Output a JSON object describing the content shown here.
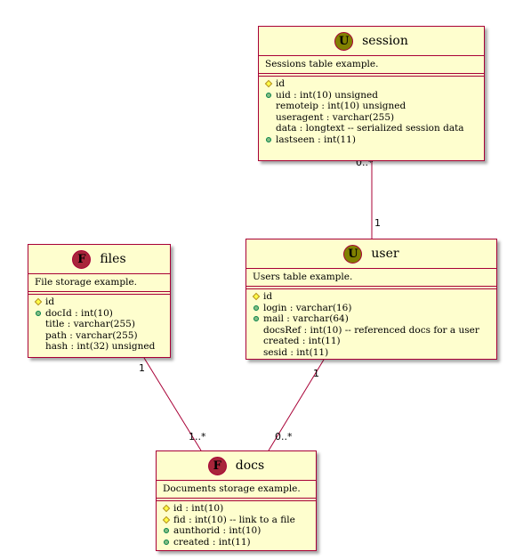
{
  "colors": {
    "box_fill": "#FEFECE",
    "box_border": "#A80036",
    "badge_U": "#808000",
    "badge_F": "#A8253A",
    "link": "#A80036"
  },
  "entities": {
    "session": {
      "badge": "U",
      "name": "session",
      "description": "Sessions table example.",
      "fields": [
        {
          "vis": "protected",
          "text": "id"
        },
        {
          "vis": "public",
          "text": "uid : int(10) unsigned"
        },
        {
          "vis": "none",
          "text": "remoteip : int(10) unsigned"
        },
        {
          "vis": "none",
          "text": "useragent : varchar(255)"
        },
        {
          "vis": "none",
          "text": "data : longtext -- serialized session data"
        },
        {
          "vis": "public",
          "text": "lastseen : int(11)"
        }
      ]
    },
    "files": {
      "badge": "F",
      "name": "files",
      "description": "File storage example.",
      "fields": [
        {
          "vis": "protected",
          "text": "id"
        },
        {
          "vis": "public",
          "text": "docId : int(10)"
        },
        {
          "vis": "none",
          "text": "title : varchar(255)"
        },
        {
          "vis": "none",
          "text": "path : varchar(255)"
        },
        {
          "vis": "none",
          "text": "hash : int(32) unsigned"
        }
      ]
    },
    "user": {
      "badge": "U",
      "name": "user",
      "description": "Users table example.",
      "fields": [
        {
          "vis": "protected",
          "text": "id"
        },
        {
          "vis": "public",
          "text": "login : varchar(16)"
        },
        {
          "vis": "public",
          "text": "mail : varchar(64)"
        },
        {
          "vis": "none",
          "text": "docsRef : int(10) -- referenced docs for a user"
        },
        {
          "vis": "none",
          "text": "created : int(11)"
        },
        {
          "vis": "none",
          "text": "sesid : int(11)"
        }
      ]
    },
    "docs": {
      "badge": "F",
      "name": "docs",
      "description": "Documents storage example.",
      "fields": [
        {
          "vis": "protected",
          "text": "id : int(10)"
        },
        {
          "vis": "protected",
          "text": "fid : int(10) -- link to a file"
        },
        {
          "vis": "public",
          "text": "aunthorid : int(10)"
        },
        {
          "vis": "public",
          "text": "created : int(11)"
        }
      ]
    }
  },
  "relations": [
    {
      "from": "session",
      "to": "user",
      "from_mult": "0..*",
      "to_mult": "1"
    },
    {
      "from": "files",
      "to": "docs",
      "from_mult": "1",
      "to_mult": "1..*"
    },
    {
      "from": "user",
      "to": "docs",
      "from_mult": "1",
      "to_mult": "0..*"
    }
  ]
}
